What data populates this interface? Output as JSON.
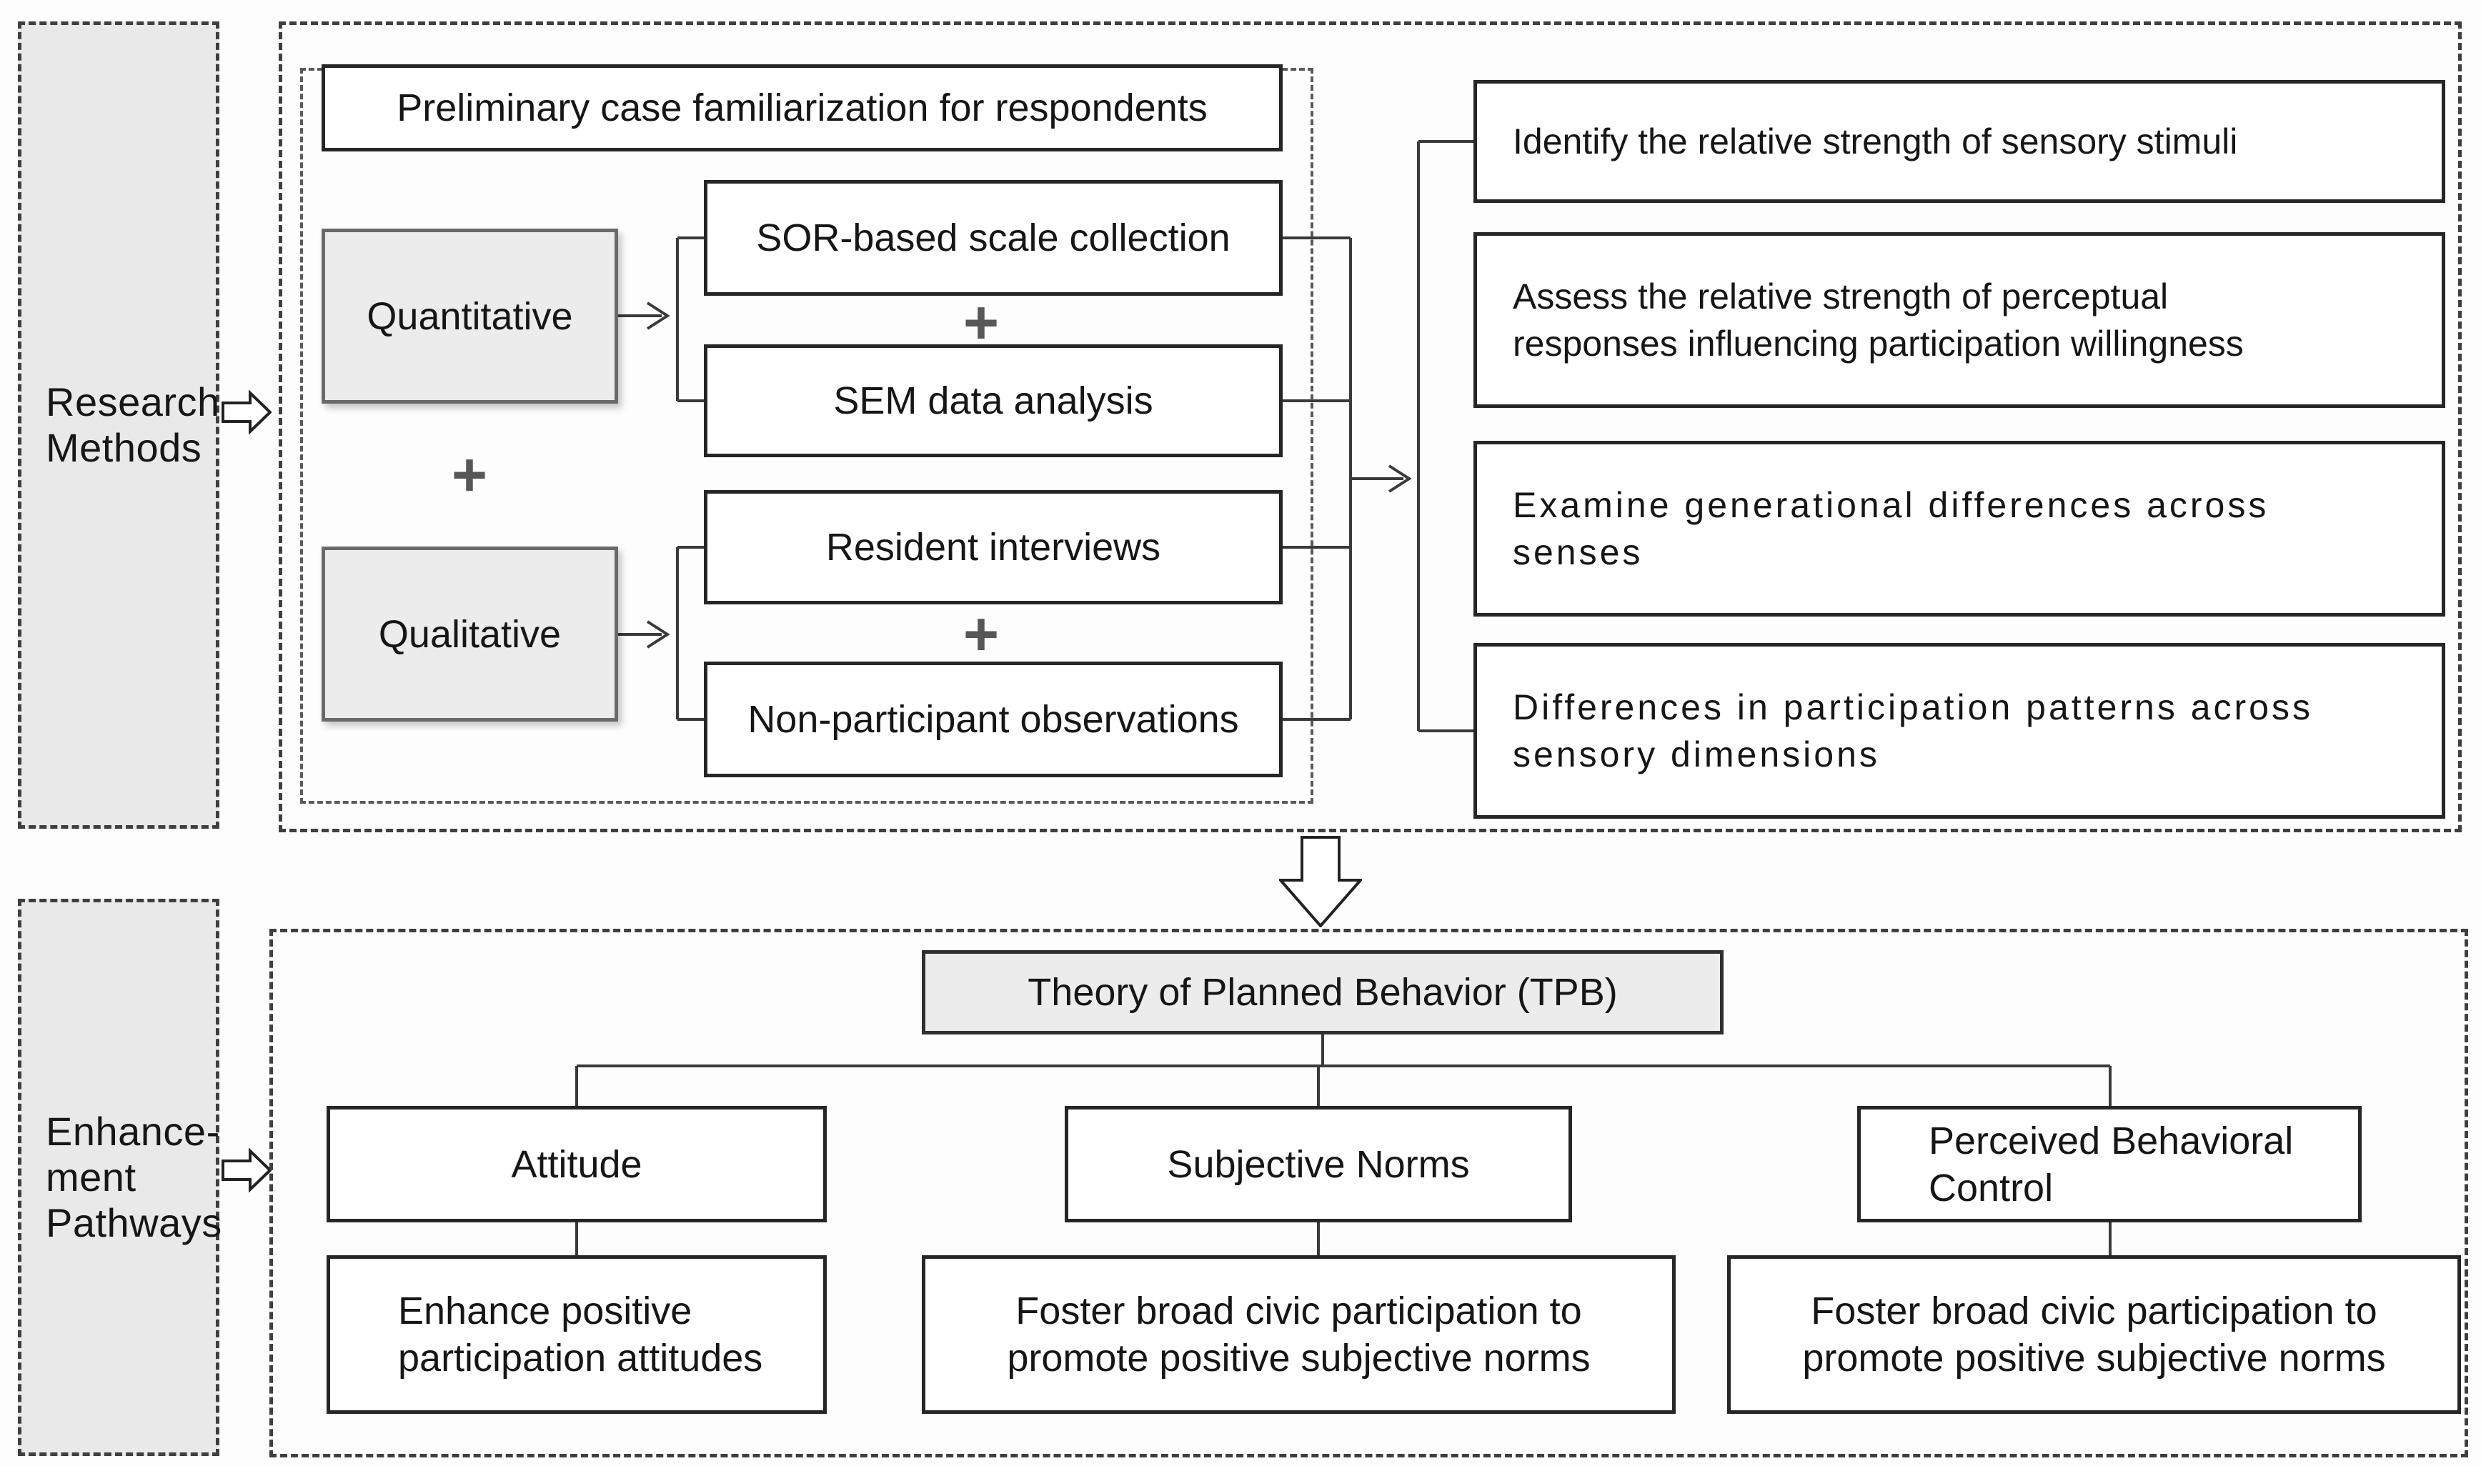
{
  "diagram": {
    "research_methods": {
      "sidebar_label": "Research\nMethods",
      "preliminary": "Preliminary case familiarization for respondents",
      "quantitative": "Quantitative",
      "qualitative": "Qualitative",
      "sor": "SOR-based scale collection",
      "sem": "SEM data analysis",
      "resident": "Resident interviews",
      "nonparticipant": "Non-participant observations",
      "plus": "+",
      "outcomes": [
        "Identify the relative strength of sensory stimuli",
        "Assess the relative strength of perceptual\nresponses influencing participation willingness",
        "Examine generational differences across\nsenses",
        "Differences in participation patterns across\nsensory dimensions"
      ]
    },
    "enhancement_pathways": {
      "sidebar_label": "Enhance-\nment\nPathways",
      "tpb": "Theory of Planned Behavior (TPB)",
      "attitude": "Attitude",
      "subjective_norms": "Subjective Norms",
      "perceived_behavioral_control": "Perceived Behavioral\nControl",
      "attitude_action": "Enhance positive\nparticipation attitudes",
      "norms_action": "Foster broad civic participation to\npromote positive subjective norms",
      "pbc_action": "Foster broad civic participation to\npromote positive subjective norms"
    },
    "colors": {
      "box_border": "#262626",
      "gray_fill": "#ececec",
      "dashed_border": "#3f3f3f",
      "connector": "#3a3a3a",
      "plus": "#575757"
    }
  }
}
